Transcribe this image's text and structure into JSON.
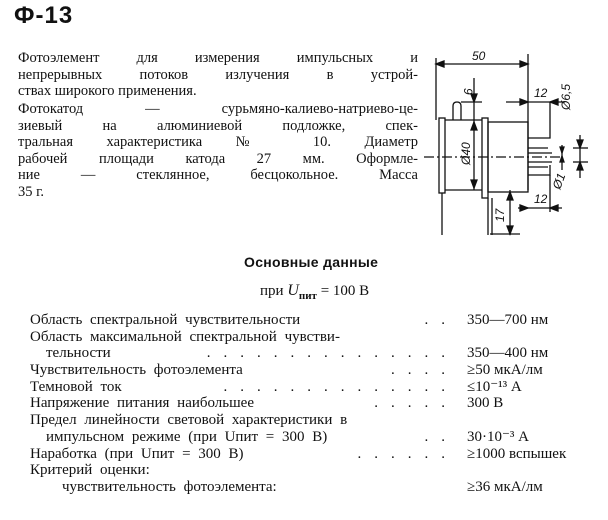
{
  "title": "Ф-13",
  "description": {
    "para1": [
      "Фотоэлемент для измерения импульсных и",
      "непрерывных потоков излучения в устрой-",
      "ствах широкого применения."
    ],
    "para2": [
      "Фотокатод — сурьмяно-калиево-натриево-це-",
      "зиевый на алюминиевой подложке, спек-",
      "тральная характеристика № 10. Диаметр",
      "рабочей площади катода 27 мм. Оформле-",
      "ние — стеклянное, бесцокольное.     Масса",
      "35 г."
    ]
  },
  "drawing": {
    "dims": [
      "50",
      "9",
      "12",
      "Ø6,5",
      "Ø40",
      "Ø1",
      "12",
      "17"
    ]
  },
  "section": {
    "heading": "Основные данные",
    "condition_prefix": "при ",
    "condition_var": "U",
    "condition_sub": "пит",
    "condition_value": " = 100 В"
  },
  "rows": [
    {
      "label": "Область спектральной чувствительности",
      "dots": "..",
      "value": "350—700 нм"
    },
    {
      "label": "Область максимальной спектральной чувстви-",
      "dots": "",
      "value": ""
    },
    {
      "label": "тельности",
      "dots": "...............",
      "value": "350—400 нм",
      "indent": 1
    },
    {
      "label": "Чувствительность фотоэлемента",
      "dots": "....",
      "value": "≥50 мкА/лм"
    },
    {
      "label": "Темновой ток",
      "dots": "..............",
      "value": "≤10⁻¹³ А"
    },
    {
      "label": "Напряжение питания наибольшее",
      "dots": ".....",
      "value": "300 В"
    },
    {
      "label": "Предел линейности световой характеристики в",
      "dots": "",
      "value": ""
    },
    {
      "label": "импульсном режиме (при Uпит = 300 В)",
      "dots": "..",
      "value": "30·10⁻³ А",
      "indent": 1
    },
    {
      "label": "Наработка (при Uпит = 300 В)",
      "dots": "......",
      "value": "≥1000 вспышек"
    },
    {
      "label": "Критерий оценки:",
      "dots": "",
      "value": ""
    },
    {
      "label": "чувствительность фотоэлемента:",
      "dots": "",
      "value": "≥36 мкА/лм",
      "indent": 2
    }
  ]
}
